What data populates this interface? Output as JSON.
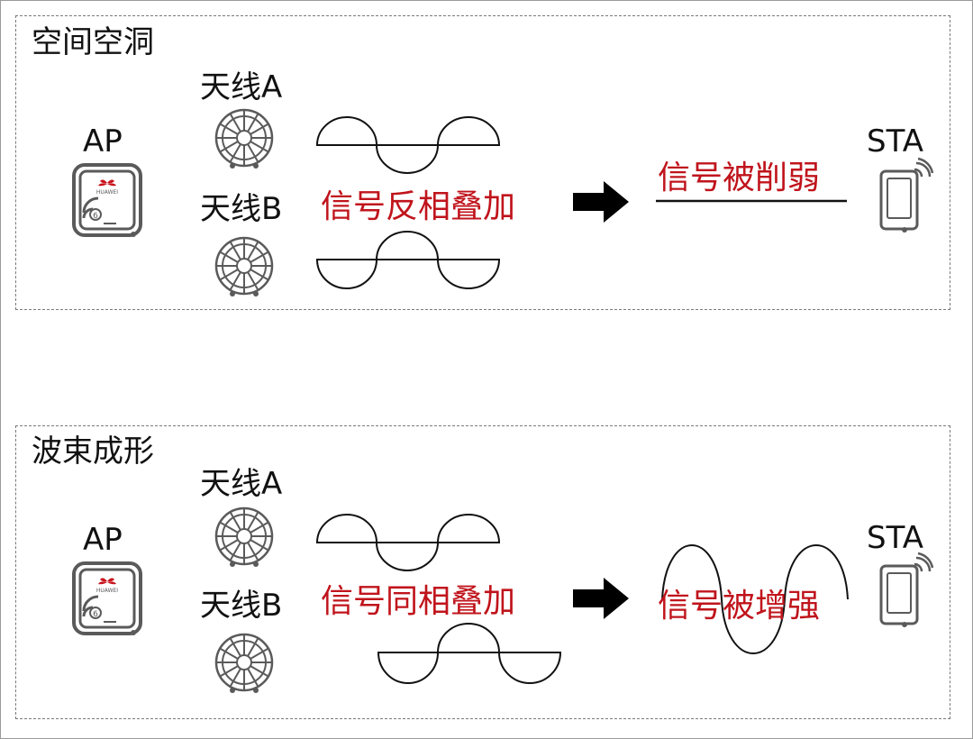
{
  "panels": [
    {
      "title": "空间空洞",
      "ap_label": "AP",
      "antenna_a_label": "天线A",
      "antenna_b_label": "天线B",
      "superposition_label": "信号反相叠加",
      "result_label": "信号被削弱",
      "sta_label": "STA",
      "ap_logo_text": "HUAWEI",
      "ap_badge": "6"
    },
    {
      "title": "波束成形",
      "ap_label": "AP",
      "antenna_a_label": "天线A",
      "antenna_b_label": "天线B",
      "superposition_label": "信号同相叠加",
      "result_label": "信号被增强",
      "sta_label": "STA",
      "ap_logo_text": "HUAWEI",
      "ap_badge": "6"
    }
  ],
  "colors": {
    "accent_red": "#c0141c",
    "line": "#111111",
    "icon_gray": "#5a5a5a",
    "dashed_border": "#7a7a7a"
  },
  "icons": {
    "ap": "wifi-access-point-icon",
    "antenna": "antenna-wheel-icon",
    "sta": "smartphone-wifi-icon",
    "arrow": "right-arrow-icon"
  }
}
